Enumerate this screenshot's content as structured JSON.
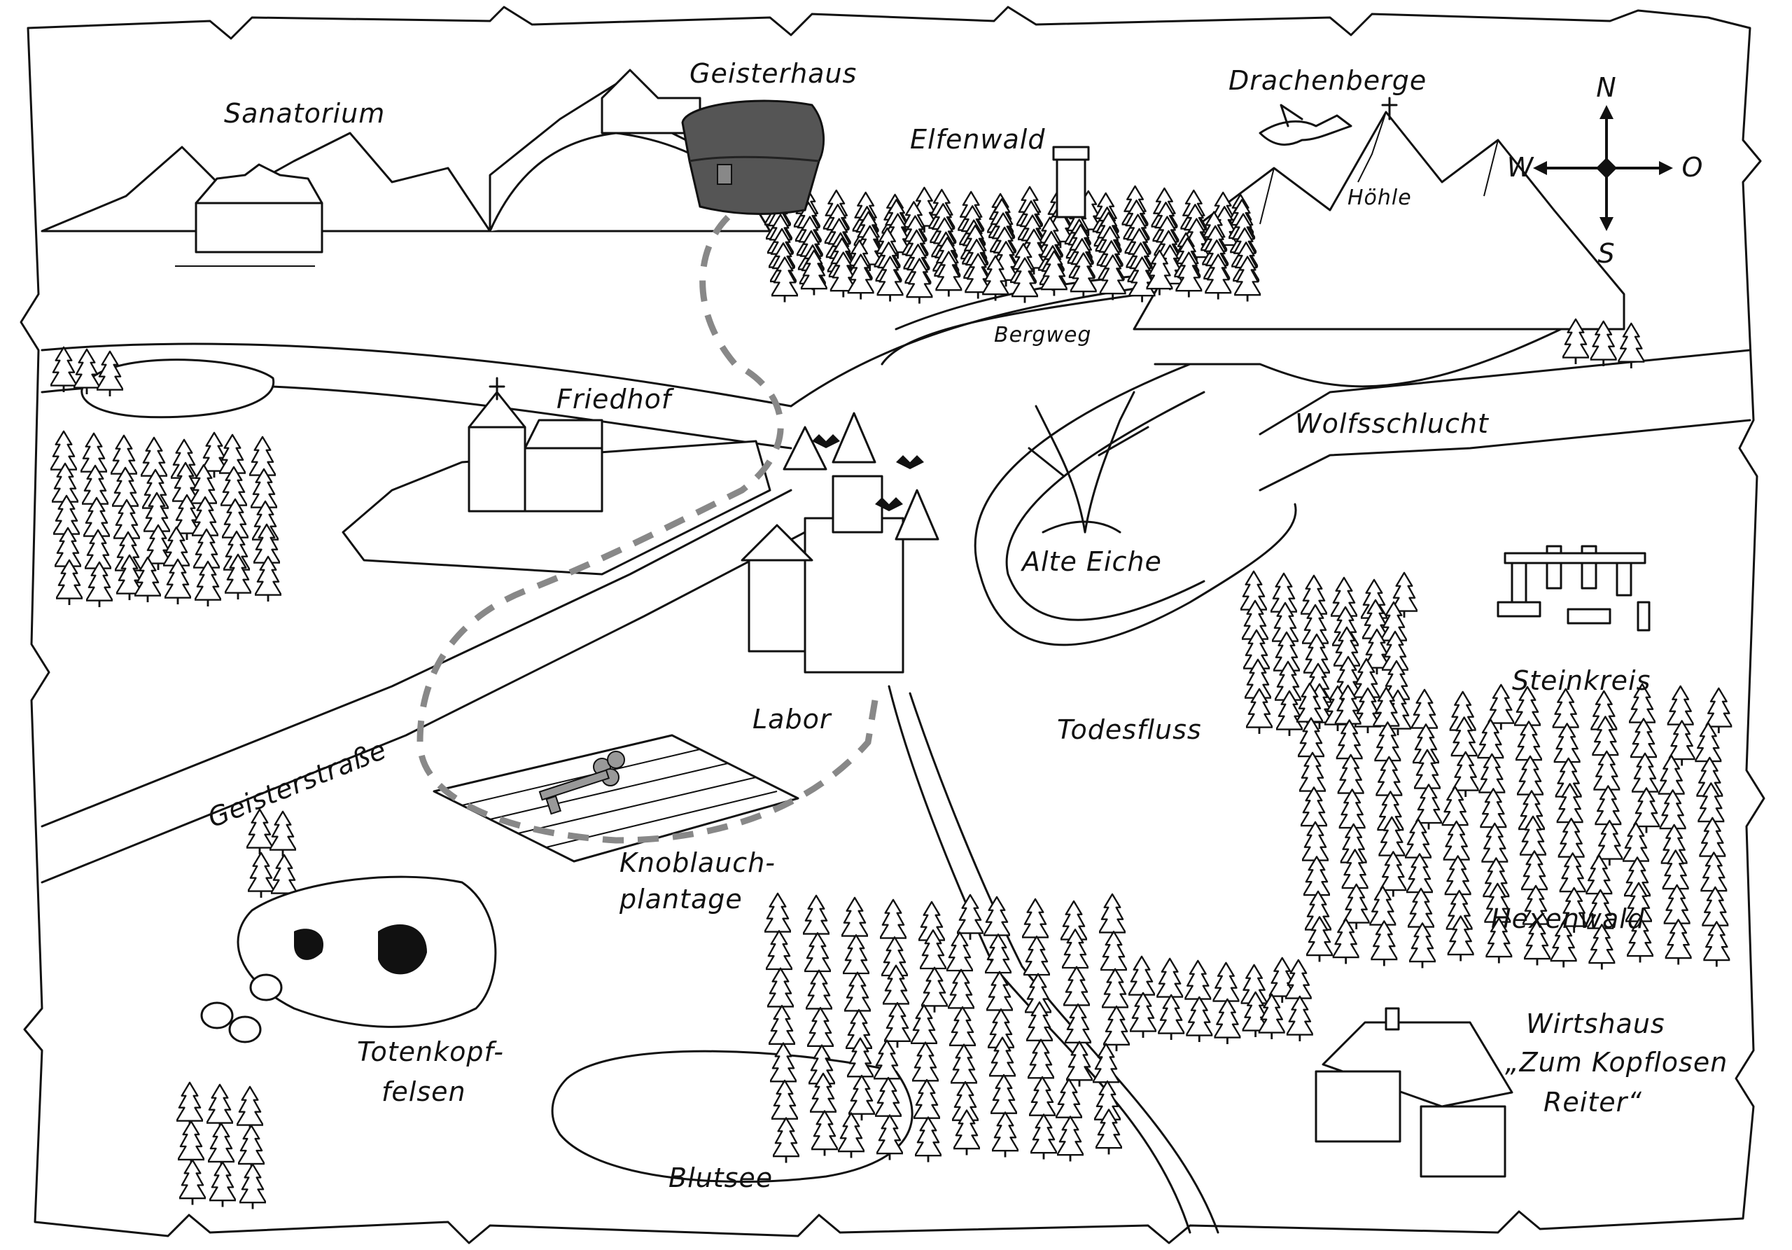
{
  "compass": {
    "north": "N",
    "west": "W",
    "east": "O",
    "south": "S"
  },
  "labels": {
    "sanatorium": "Sanatorium",
    "geisterhaus": "Geisterhaus",
    "elfenwald": "Elfenwald",
    "drachenberge": "Drachenberge",
    "hoehle": "Höhle",
    "bergweg": "Bergweg",
    "wolfsschlucht": "Wolfsschlucht",
    "friedhof": "Friedhof",
    "alte_eiche": "Alte Eiche",
    "steinkreis": "Steinkreis",
    "labor": "Labor",
    "todesfluss": "Todesfluss",
    "geisterstrasse": "Geisterstraße",
    "knoblauch_1": "Knoblauch-",
    "knoblauch_2": "plantage",
    "hexenwald": "Hexenwald",
    "totenkopf_1": "Totenkopf-",
    "totenkopf_2": "felsen",
    "wirtshaus_1": "Wirtshaus",
    "wirtshaus_2": "„Zum Kopflosen",
    "wirtshaus_3": "Reiter“",
    "blutsee": "Blutsee"
  },
  "colors": {
    "ink": "#111111",
    "paper": "#ffffff",
    "chest": "#555555",
    "path": "#888888",
    "key": "#999999"
  },
  "icons": [
    "treasure-chest-icon",
    "key-icon",
    "compass-rose-icon",
    "dragon-icon",
    "bat-icon",
    "cross-icon"
  ]
}
